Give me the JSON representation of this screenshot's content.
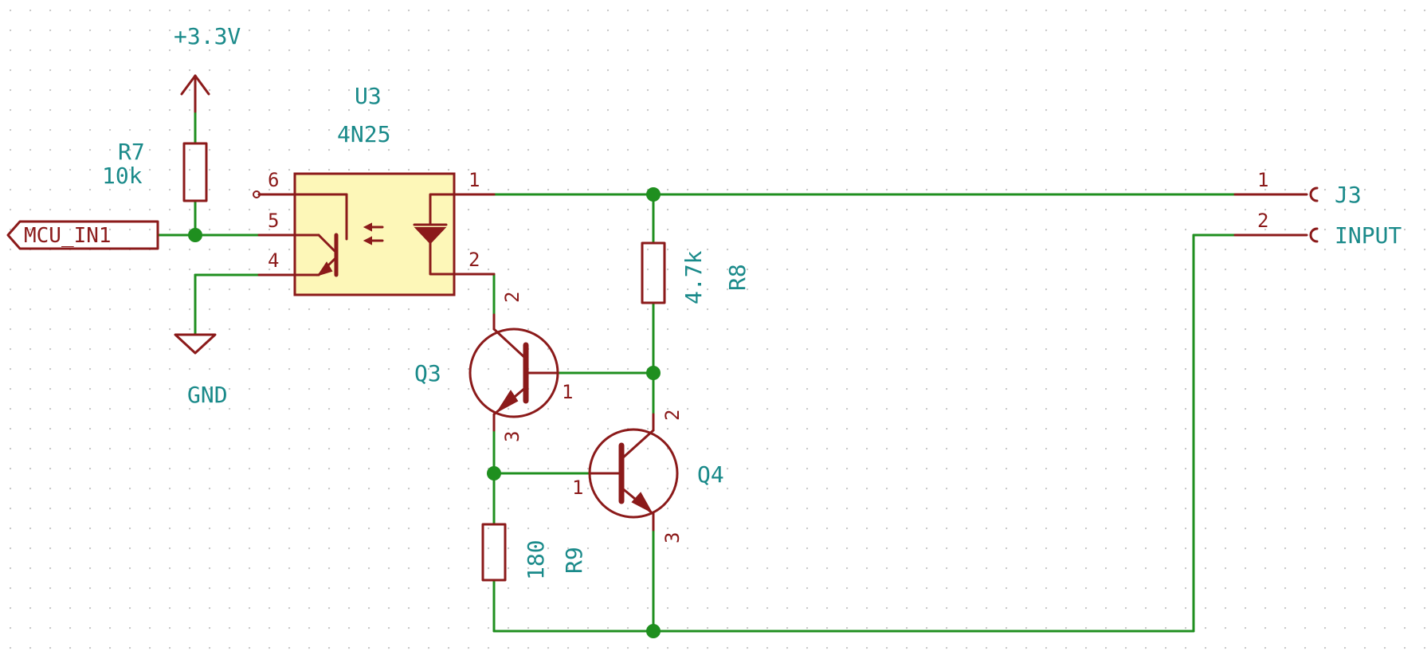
{
  "power": {
    "vcc_label": "+3.3V",
    "gnd_label": "GND"
  },
  "net_label": {
    "text": "MCU_IN1"
  },
  "components": {
    "r7": {
      "ref": "R7",
      "value": "10k"
    },
    "r8": {
      "ref": "R8",
      "value": "4.7k"
    },
    "r9": {
      "ref": "R9",
      "value": "180"
    },
    "u3": {
      "ref": "U3",
      "value": "4N25",
      "pins": [
        "6",
        "5",
        "4",
        "1",
        "2"
      ]
    },
    "q3": {
      "ref": "Q3",
      "pins": [
        "2",
        "1",
        "3"
      ]
    },
    "q4": {
      "ref": "Q4",
      "pins": [
        "2",
        "1",
        "3"
      ]
    },
    "j3": {
      "ref": "J3",
      "value": "INPUT",
      "pins": [
        "1",
        "2"
      ]
    }
  },
  "colors": {
    "wire": "#1f8f1f",
    "symbol": "#8b1a1a",
    "reference_text": "#1a8a8a",
    "ic_body": "#fdf7b8",
    "grid_dot": "#c8c8c8"
  }
}
